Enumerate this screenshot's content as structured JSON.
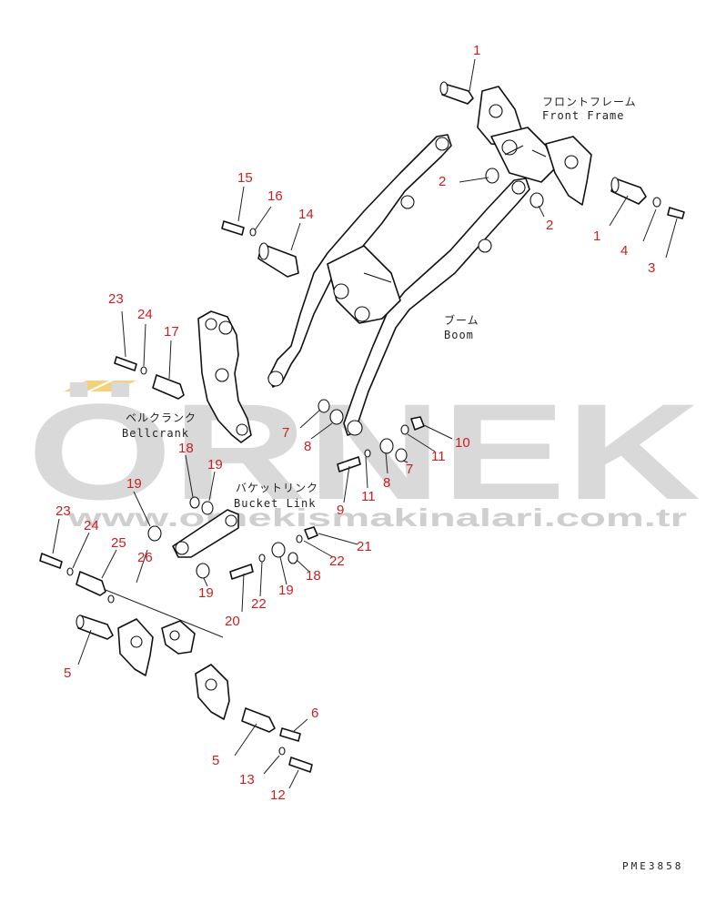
{
  "watermark": {
    "brand": "ÖRNEK",
    "url": "www.ornekismakinalari.com.tr",
    "accent": "#f2d27a"
  },
  "labels": {
    "front_frame_jp": "フロントフレーム",
    "front_frame_en": "Front Frame",
    "boom_jp": "ブーム",
    "boom_en": "Boom",
    "bellcrank_jp": "ベルクランク",
    "bellcrank_en": "Bellcrank",
    "bucket_link_jp": "バケットリンク",
    "bucket_link_en": "Bucket Link"
  },
  "callouts": [
    "1",
    "2",
    "1",
    "2",
    "4",
    "3",
    "15",
    "16",
    "14",
    "23",
    "24",
    "17",
    "7",
    "8",
    "10",
    "11",
    "7",
    "8",
    "11",
    "9",
    "18",
    "19",
    "19",
    "21",
    "22",
    "18",
    "19",
    "26",
    "19",
    "22",
    "20",
    "23",
    "24",
    "25",
    "5",
    "6",
    "5",
    "13",
    "12"
  ],
  "drawing_ref": "PME3858",
  "colors": {
    "callout": "#cc2020",
    "line": "#111111"
  }
}
